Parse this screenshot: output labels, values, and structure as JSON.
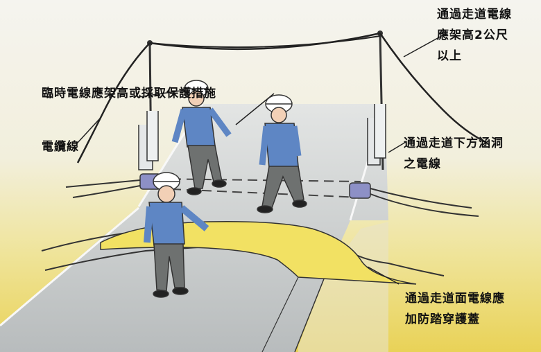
{
  "labels": {
    "overhead": {
      "line1": "通過走道電線",
      "line2": "應架高2公尺",
      "line3": "以上"
    },
    "temporary": "臨時電線應架高或採取保護措施",
    "cable": "電纜線",
    "culvert": {
      "line1": "通過走道下方涵洞",
      "line2": "之電線"
    },
    "surface": {
      "line1": "通過走道面電線應",
      "line2": "加防踏穿護蓋"
    }
  },
  "colors": {
    "background_top": "#f3f2ec",
    "background_bottom": "#ecd45a",
    "walkway": "#c7cacb",
    "cable_cover": "#f2e163",
    "worker_shirt": "#5e86c4",
    "worker_pants": "#6e7170",
    "helmet": "#ffffff"
  }
}
